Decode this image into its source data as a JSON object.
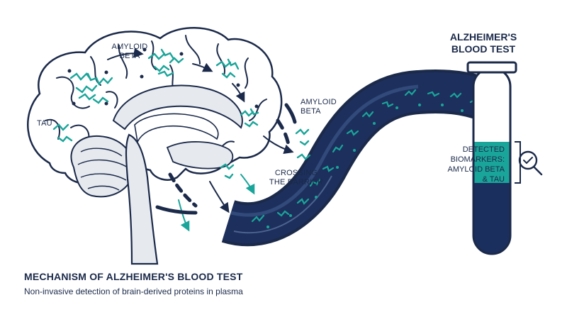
{
  "labels": {
    "amyloid_beta_top": [
      "AMYLOID",
      "BETA"
    ],
    "amyloid_beta_right": [
      "AMYLOID",
      "BETA"
    ],
    "tau": "TAU",
    "crossing_barrier": [
      "CROSSING",
      "THE BARRIER"
    ]
  },
  "blood_test": {
    "title": [
      "ALZHEIMER'S",
      "BLOOD TEST"
    ],
    "detected": [
      "DETECTED",
      "BIOMARKERS:",
      "AMYLOID BETA",
      "& TAU"
    ]
  },
  "footer": {
    "title": "MECHANISM OF ALZHEIMER'S BLOOD TEST",
    "subtitle": "Non-invasive detection of brain-derived proteins in plasma"
  },
  "colors": {
    "ink": "#1b2a4a",
    "teal": "#1aa59a",
    "plasma_navy": "#1b2f5e",
    "vessel_navy": "#1d2f5c",
    "brain_fill": "#ffffff",
    "brain_shade": "#e6e9ee"
  },
  "icons": [
    "magnifier-check-icon",
    "arrow-icon",
    "protein-cluster-icon"
  ]
}
